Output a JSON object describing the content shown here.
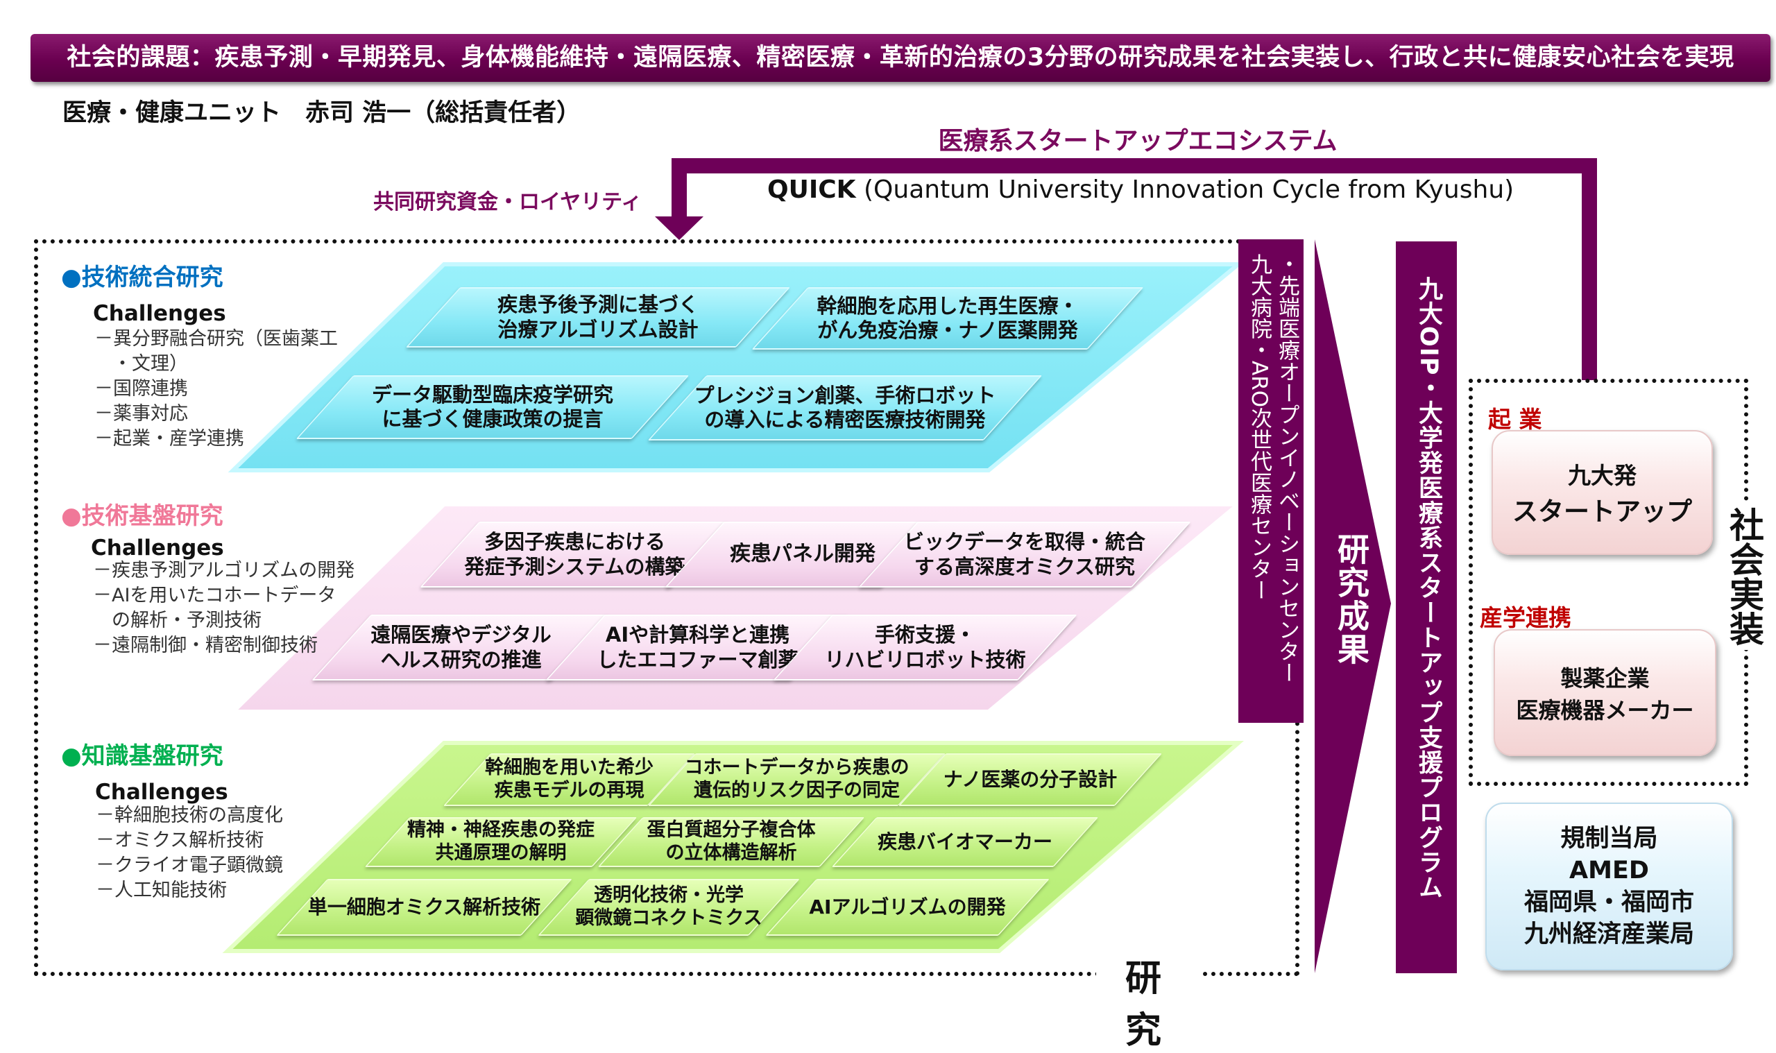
{
  "banner": {
    "text": "社会的課題：疾患予測・早期発見、身体機能維持・遠隔医療、精密医療・革新的治療の3分野の研究成果を社会実装し、行政と共に健康安心社会を実現"
  },
  "unit": {
    "text": "医療・健康ユニット　赤司 浩一（総括責任者）"
  },
  "ecosystem": {
    "title": "医療系スタートアップエコシステム",
    "royalty": "共同研究資金・ロイヤリティ",
    "quick_bold": "QUICK",
    "quick_rest": " (Quantum University Innovation Cycle from Kyushu)"
  },
  "colors": {
    "purple": "#6e0058",
    "blue": "#0070c0",
    "pink": "#f07898",
    "green": "#00b050",
    "red": "#c00000"
  },
  "research_label": "研 究",
  "sections": [
    {
      "title": "●技術統合研究",
      "challenges_label": "Challenges",
      "challenges": [
        "－異分野融合研究（医歯薬工",
        "　・文理）",
        "－国際連携",
        "－薬事対応",
        "－起業・産学連携"
      ],
      "items": [
        [
          "疾患予後予測に基づく",
          "治療アルゴリズム設計"
        ],
        [
          "幹細胞を応用した再生医療・",
          "がん免疫治療・ナノ医薬開発"
        ],
        [
          "データ駆動型臨床疫学研究",
          "に基づく健康政策の提言"
        ],
        [
          "プレシジョン創薬、手術ロボット",
          "の導入による精密医療技術開発"
        ]
      ]
    },
    {
      "title": "●技術基盤研究",
      "challenges_label": "Challenges",
      "challenges": [
        "－疾患予測アルゴリズムの開発",
        "－AIを用いたコホートデータ",
        "　の解析・予測技術",
        "－遠隔制御・精密制御技術"
      ],
      "items": [
        [
          "多因子疾患における",
          "発症予測システムの構築"
        ],
        [
          "疾患パネル開発"
        ],
        [
          "ビックデータを取得・統合",
          "する高深度オミクス研究"
        ],
        [
          "遠隔医療やデジタル",
          "ヘルス研究の推進"
        ],
        [
          "AIや計算科学と連携",
          "したエコファーマ創薬"
        ],
        [
          "手術支援・",
          "リハビリロボット技術"
        ]
      ]
    },
    {
      "title": "●知識基盤研究",
      "challenges_label": "Challenges",
      "challenges": [
        "－幹細胞技術の高度化",
        "－オミクス解析技術",
        "－クライオ電子顕微鏡",
        "－人工知能技術"
      ],
      "items": [
        [
          "幹細胞を用いた希少",
          "疾患モデルの再現"
        ],
        [
          "コホートデータから疾患の",
          "遺伝的リスク因子の同定"
        ],
        [
          "ナノ医薬の分子設計"
        ],
        [
          "精神・神経疾患の発症",
          "共通原理の解明"
        ],
        [
          "蛋白質超分子複合体",
          "の立体構造解析"
        ],
        [
          "疾患バイオマーカー"
        ],
        [
          "単一細胞オミクス解析技術"
        ],
        [
          "透明化技術・光学",
          "顕微鏡コネクトミクス"
        ],
        [
          "AIアルゴリズムの開発"
        ]
      ]
    }
  ],
  "hospital_bar": {
    "col_right": "・先端医療オープンイノベーションセンター",
    "col_left": "九大病院・ARO次世代医療センター"
  },
  "results_arrow": "研究成果",
  "oip_bar": "九大OIP・大学発医療系スタートアップ支援プログラム",
  "implementation": {
    "label": "社会実装",
    "startup_label": "起 業",
    "startup_card": [
      "九大発",
      "スタートアップ"
    ],
    "industry_label": "産学連携",
    "industry_card": [
      "製薬企業",
      "医療機器メーカー"
    ],
    "gov_card": [
      "規制当局",
      "AMED",
      "福岡県・福岡市",
      "九州経済産業局"
    ]
  }
}
